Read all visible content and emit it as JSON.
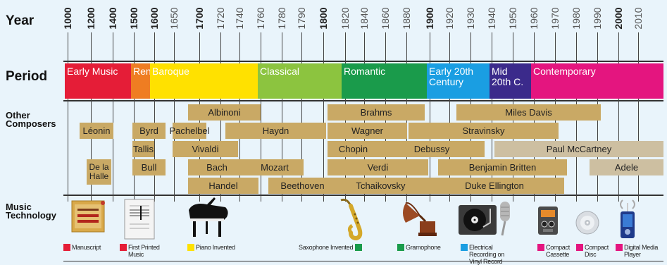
{
  "row_labels": {
    "year": "Year",
    "period": "Period",
    "composers": "Other Composers",
    "technology": "Music Technology"
  },
  "years": [
    {
      "label": "1000",
      "bold": true
    },
    {
      "label": "1200",
      "bold": true
    },
    {
      "label": "1400",
      "bold": true
    },
    {
      "label": "1500",
      "bold": true
    },
    {
      "label": "1600",
      "bold": true
    },
    {
      "label": "1650",
      "bold": false
    },
    {
      "label": "1700",
      "bold": true
    },
    {
      "label": "1720",
      "bold": false
    },
    {
      "label": "1740",
      "bold": false
    },
    {
      "label": "1760",
      "bold": false
    },
    {
      "label": "1780",
      "bold": false
    },
    {
      "label": "1790",
      "bold": false
    },
    {
      "label": "1800",
      "bold": true
    },
    {
      "label": "1820",
      "bold": false
    },
    {
      "label": "1840",
      "bold": false
    },
    {
      "label": "1860",
      "bold": false
    },
    {
      "label": "1880",
      "bold": false
    },
    {
      "label": "1900",
      "bold": true
    },
    {
      "label": "1920",
      "bold": false
    },
    {
      "label": "1930",
      "bold": false
    },
    {
      "label": "1940",
      "bold": false
    },
    {
      "label": "1950",
      "bold": false
    },
    {
      "label": "1960",
      "bold": false
    },
    {
      "label": "1970",
      "bold": false
    },
    {
      "label": "1980",
      "bold": false
    },
    {
      "label": "1990",
      "bold": false
    },
    {
      "label": "2000",
      "bold": true
    },
    {
      "label": "2010",
      "bold": false
    }
  ],
  "periods": [
    {
      "name": "Early Music",
      "color": "#e51d37"
    },
    {
      "name": "Ren.",
      "color": "#ef7d22"
    },
    {
      "name": "Baroque",
      "color": "#ffe100"
    },
    {
      "name": "Classical",
      "color": "#8cc43f"
    },
    {
      "name": "Romantic",
      "color": "#1a9b4b"
    },
    {
      "name": "Early 20th Century",
      "color": "#1a9ee2"
    },
    {
      "name": "Mid 20th C.",
      "color": "#3b2a8b"
    },
    {
      "name": "Contemporary",
      "color": "#e4157f"
    }
  ],
  "composers": [
    "Albinoni",
    "Brahms",
    "Miles Davis",
    "Léonin",
    "Byrd",
    "Pachelbel",
    "Haydn",
    "Wagner",
    "Stravinsky",
    "Tallis",
    "Vivaldi",
    "Chopin",
    "Debussy",
    "Paul McCartney",
    "De la Halle",
    "Bull",
    "Bach",
    "Mozart",
    "Verdi",
    "Benjamin Britten",
    "Adele",
    "Handel",
    "Beethoven",
    "Tchaikovsky",
    "Duke Ellington"
  ],
  "technology": [
    {
      "label": "Manuscript",
      "color": "#e51d37"
    },
    {
      "label": "First Printed Music",
      "color": "#e51d37"
    },
    {
      "label": "Piano Invented",
      "color": "#ffe100"
    },
    {
      "label": "Saxophone Invented",
      "color": "#1a9b4b"
    },
    {
      "label": "Gramophone",
      "color": "#1a9b4b"
    },
    {
      "label": "Electrical Recording on Vinyl Record",
      "color": "#1a9ee2"
    },
    {
      "label": "Compact Cassette",
      "color": "#e4157f"
    },
    {
      "label": "Compact Disc",
      "color": "#e4157f"
    },
    {
      "label": "Digital Media Player",
      "color": "#e4157f"
    }
  ],
  "colors": {
    "composer_box": "#c9a965",
    "composer_box_light": "#cdbfa1",
    "grid": "#444444",
    "background": "#e9f4fb"
  },
  "icons": [
    "manuscript-icon",
    "printed-music-icon",
    "piano-icon",
    "saxophone-icon",
    "gramophone-icon",
    "record-player-icon",
    "microphone-icon",
    "cassette-icon",
    "compact-disc-icon",
    "media-player-icon"
  ]
}
